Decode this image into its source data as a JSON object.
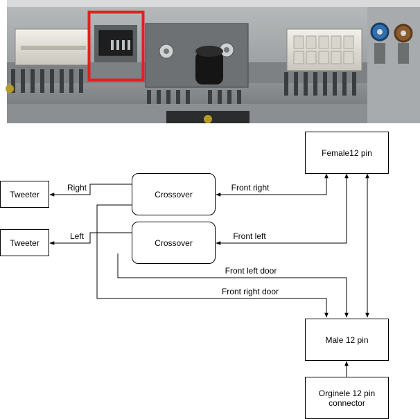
{
  "photo": {
    "description_icon": "car-stereo-rear-connectors-photo",
    "highlight_color": "#e02020"
  },
  "nodes": {
    "tweeter_right": "Tweeter",
    "tweeter_left": "Tweeter",
    "crossover_right": "Crossover",
    "crossover_left": "Crossover",
    "female12": "Female12 pin",
    "male12": "Male 12 pin",
    "orig_line1": "Orginele 12 pin",
    "orig_line2": "connector"
  },
  "edges": {
    "right": "Right",
    "left": "Left",
    "front_right": "Front right",
    "front_left": "Front left",
    "front_left_door": "Front left door",
    "front_right_door": "Front right door"
  }
}
